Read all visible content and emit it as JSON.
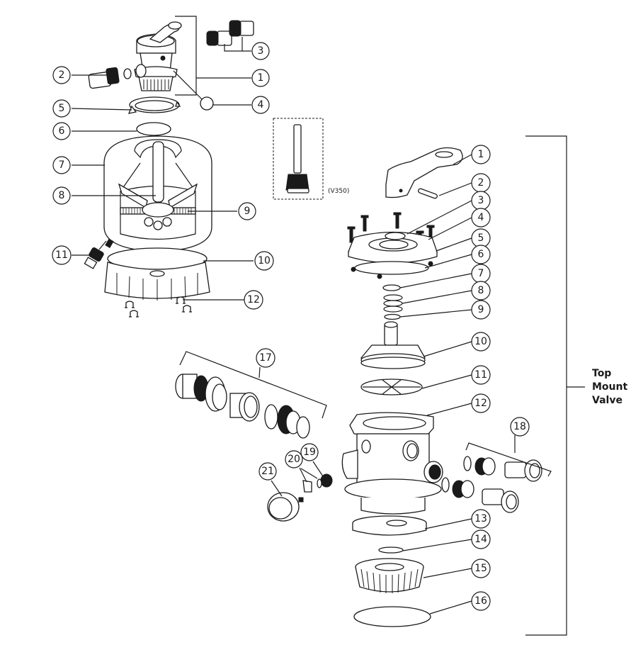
{
  "diagram": {
    "type": "exploded parts diagram",
    "filter_assembly": {
      "callouts": [
        "1",
        "2",
        "3",
        "4",
        "5",
        "6",
        "7",
        "8",
        "9",
        "10",
        "11",
        "12"
      ]
    },
    "inset": {
      "label": "(V350)"
    },
    "valve_assembly": {
      "title_lines": [
        "Top",
        "Mount",
        "Valve"
      ],
      "callouts": [
        "1",
        "2",
        "3",
        "4",
        "5",
        "6",
        "7",
        "8",
        "9",
        "10",
        "11",
        "12",
        "13",
        "14",
        "15",
        "16",
        "18"
      ]
    },
    "loose_parts": {
      "callouts": [
        "17",
        "19",
        "20",
        "21"
      ]
    }
  }
}
